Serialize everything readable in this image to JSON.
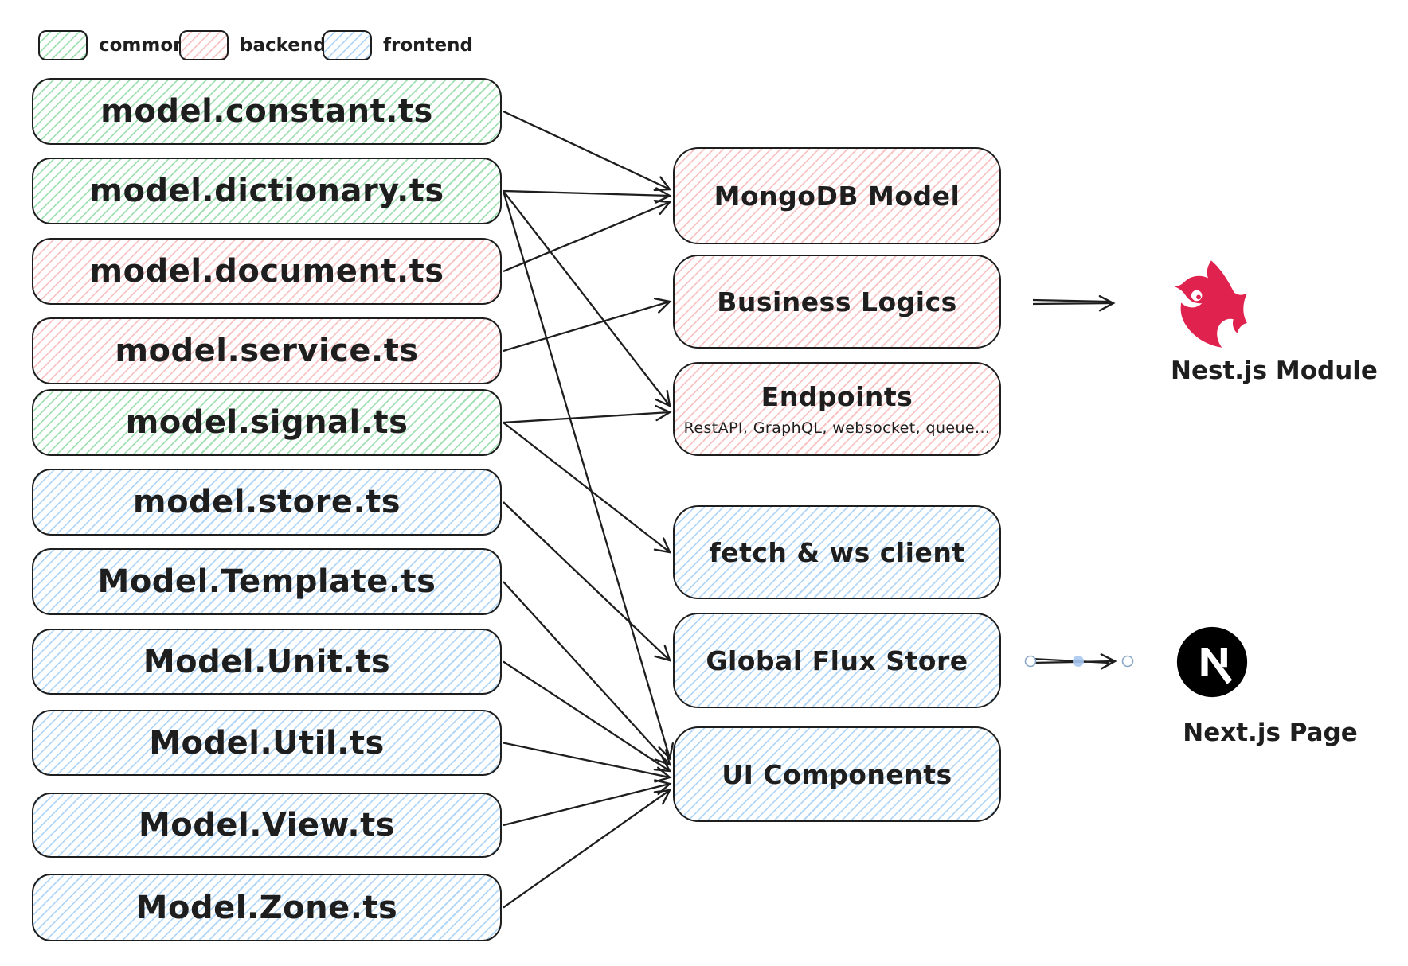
{
  "legend": {
    "items": [
      {
        "id": "common",
        "label": "common"
      },
      {
        "id": "backend",
        "label": "backend"
      },
      {
        "id": "frontend",
        "label": "frontend"
      }
    ]
  },
  "left_nodes": [
    {
      "id": "constant",
      "label": "model.constant.ts",
      "category": "common"
    },
    {
      "id": "dictionary",
      "label": "model.dictionary.ts",
      "category": "common"
    },
    {
      "id": "document",
      "label": "model.document.ts",
      "category": "backend"
    },
    {
      "id": "service",
      "label": "model.service.ts",
      "category": "backend"
    },
    {
      "id": "signal",
      "label": "model.signal.ts",
      "category": "common"
    },
    {
      "id": "store",
      "label": "model.store.ts",
      "category": "frontend"
    },
    {
      "id": "template",
      "label": "Model.Template.ts",
      "category": "frontend"
    },
    {
      "id": "unit",
      "label": "Model.Unit.ts",
      "category": "frontend"
    },
    {
      "id": "util",
      "label": "Model.Util.ts",
      "category": "frontend"
    },
    {
      "id": "view",
      "label": "Model.View.ts",
      "category": "frontend"
    },
    {
      "id": "zone",
      "label": "Model.Zone.ts",
      "category": "frontend"
    }
  ],
  "middle_nodes": [
    {
      "id": "mongodb",
      "label": "MongoDB Model",
      "category": "backend"
    },
    {
      "id": "business",
      "label": "Business Logics",
      "category": "backend"
    },
    {
      "id": "endpoints",
      "label": "Endpoints",
      "sublabel": "RestAPI, GraphQL, websocket, queue...",
      "category": "backend"
    },
    {
      "id": "fetch",
      "label": "fetch & ws client",
      "category": "frontend"
    },
    {
      "id": "flux",
      "label": "Global Flux Store",
      "category": "frontend"
    },
    {
      "id": "ui",
      "label": "UI Components",
      "category": "frontend"
    }
  ],
  "arrows": [
    {
      "from": "constant",
      "to": "mongodb"
    },
    {
      "from": "dictionary",
      "to": "mongodb"
    },
    {
      "from": "document",
      "to": "mongodb"
    },
    {
      "from": "dictionary",
      "to": "endpoints"
    },
    {
      "from": "signal",
      "to": "endpoints"
    },
    {
      "from": "service",
      "to": "business"
    },
    {
      "from": "signal",
      "to": "fetch"
    },
    {
      "from": "store",
      "to": "flux"
    },
    {
      "from": "dictionary",
      "to": "ui"
    },
    {
      "from": "template",
      "to": "ui"
    },
    {
      "from": "unit",
      "to": "ui"
    },
    {
      "from": "util",
      "to": "ui"
    },
    {
      "from": "view",
      "to": "ui"
    },
    {
      "from": "zone",
      "to": "ui"
    }
  ],
  "outputs": [
    {
      "id": "nest",
      "label": "Nest.js Module",
      "logo": "nestjs-logo",
      "logo_color": "#e0234e",
      "arrow_selected": false
    },
    {
      "id": "next",
      "label": "Next.js Page",
      "logo": "nextjs-logo",
      "logo_color": "#000000",
      "arrow_selected": true
    }
  ],
  "colors": {
    "stroke": "#1e1e1e",
    "common_hatch": "#57c878",
    "backend_hatch": "#f08a8a",
    "frontend_hatch": "#74b6ef",
    "selection_accent": "#a8c8ef"
  }
}
